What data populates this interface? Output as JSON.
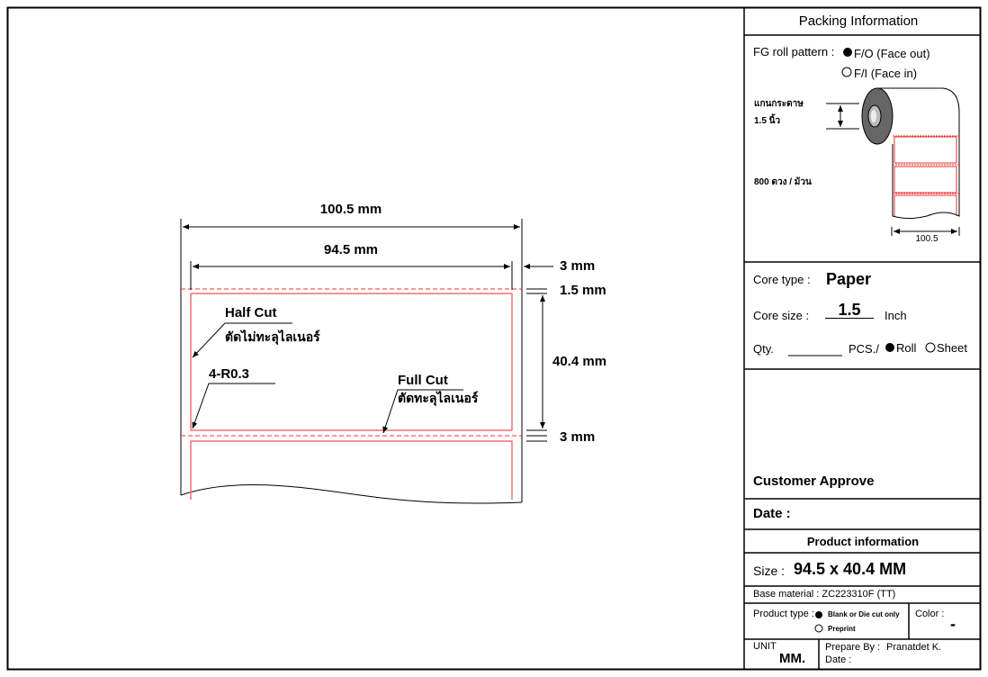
{
  "drawing": {
    "overall_width": "100.5 mm",
    "label_width": "94.5 mm",
    "side_gap": "3 mm",
    "top_gap": "1.5 mm",
    "label_height": "40.4 mm",
    "bottom_gap": "3 mm",
    "half_cut_title": "Half Cut",
    "half_cut_thai": "ตัดไม่ทะลุไลเนอร์",
    "corner_radius": "4-R0.3",
    "full_cut_title": "Full Cut",
    "full_cut_thai": "ตัดทะลุไลเนอร์"
  },
  "packing": {
    "title": "Packing Information",
    "roll_pattern_label": "FG roll pattern :",
    "face_out": "F/O (Face out)",
    "face_in": "F/I (Face in)",
    "core_thai": "แกนกระดาษ",
    "core_thai_size": "1.5 นิ้ว",
    "per_roll_thai": "800 ดวง / ม้วน",
    "roll_width": "100.5"
  },
  "core": {
    "type_label": "Core type :",
    "type_value": "Paper",
    "size_label": "Core size :",
    "size_value": "1.5",
    "size_unit": "Inch",
    "qty_label": "Qty.",
    "qty_value": "",
    "pcs_label": "PCS./",
    "roll_option": "Roll",
    "sheet_option": "Sheet"
  },
  "approve": {
    "customer_approve": "Customer Approve",
    "date_label": "Date :"
  },
  "product": {
    "title": "Product information",
    "size_label": "Size :",
    "size_value": "94.5 x 40.4 MM",
    "base_material": "Base material : ZC223310F (TT)",
    "type_label": "Product type :",
    "type_blank": "Blank or Die cut only",
    "type_preprint": "Preprint",
    "color_label": "Color :",
    "color_value": "-",
    "unit_label": "UNIT",
    "unit_value": "MM.",
    "prepare_label": "Prepare By :",
    "prepare_value": "Pranatdet K.",
    "date_label": "Date :"
  }
}
